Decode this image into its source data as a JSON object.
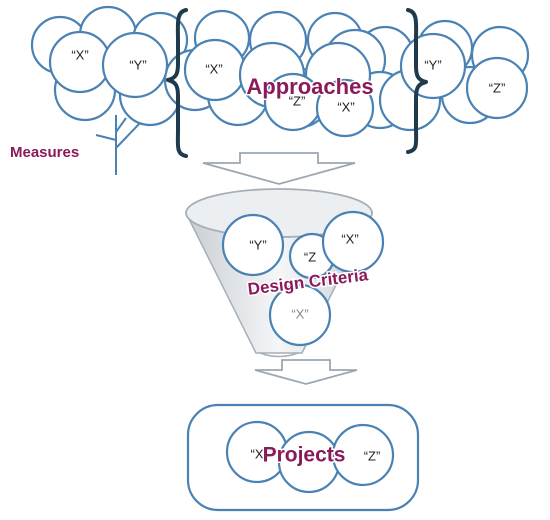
{
  "labels": {
    "approaches": "Approaches",
    "measures": "Measures",
    "design_criteria": "Design Criteria",
    "projects": "Projects"
  },
  "circle_labels": {
    "x": "“X”",
    "y": "“Y”",
    "z": "“Z”",
    "x_partial": "“X",
    "z_partial": "“Z"
  },
  "colors": {
    "circle_stroke": "#4a82b4",
    "label_accent": "#8b1a5a",
    "brace": "#1e3a4c",
    "funnel_fill": "#dfe3e7",
    "arrow_stroke": "#9aa8b4"
  }
}
